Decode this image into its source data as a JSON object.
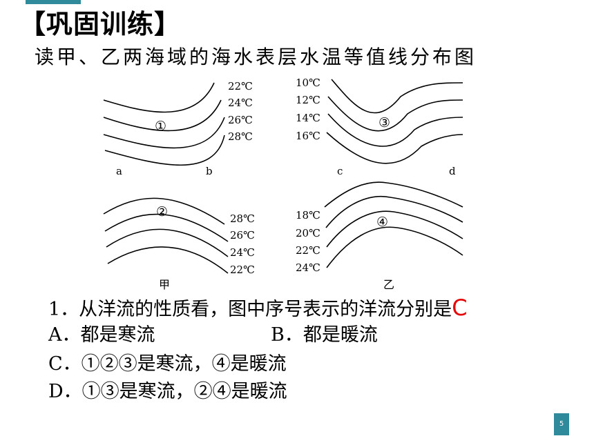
{
  "slide": {
    "title": "【巩固训练】",
    "subtitle": "读甲、乙两海域的海水表层水温等值线分布图",
    "page_number": "5",
    "accent_color": "#2f8a9c"
  },
  "figure": {
    "panel_jia_top": {
      "labels": [
        "22℃",
        "24℃",
        "26℃",
        "28℃"
      ],
      "marker": "①",
      "left_letter": "a",
      "right_letter": "b"
    },
    "panel_jia_bottom": {
      "labels": [
        "28℃",
        "26℃",
        "24℃",
        "22℃"
      ],
      "marker": "②",
      "caption": "甲"
    },
    "panel_yi_top": {
      "labels": [
        "10℃",
        "12℃",
        "14℃",
        "16℃"
      ],
      "marker": "③",
      "left_letter": "c",
      "right_letter": "d"
    },
    "panel_yi_bottom": {
      "labels": [
        "18℃",
        "20℃",
        "22℃",
        "24℃"
      ],
      "marker": "④",
      "caption": "乙"
    }
  },
  "question": {
    "stem": "1．从洋流的性质看，图中序号表示的洋流分别是",
    "answer": "C",
    "answer_color": "#e60000",
    "options": {
      "A": "A．都是寒流",
      "B": "B．都是暖流",
      "C": "C．①②③是寒流，④是暖流",
      "D": "D．①③是寒流，②④是暖流"
    }
  }
}
